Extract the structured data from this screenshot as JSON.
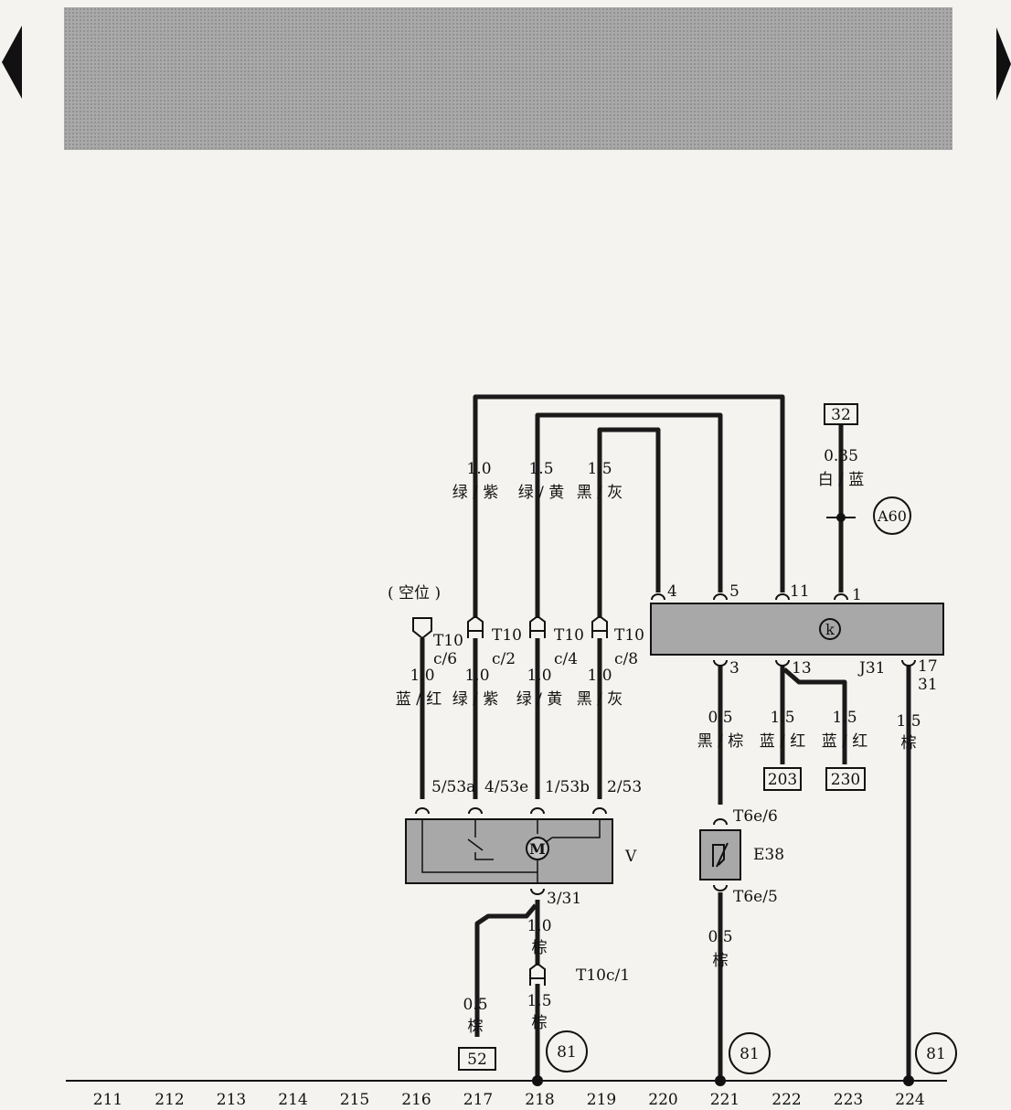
{
  "navigation": {
    "prev_icon": "triangle-left-icon",
    "next_icon": "triangle-right-icon"
  },
  "colors": {
    "header_band": "#a9a9a9",
    "component_fill": "#a8a8a8",
    "wire": "#1a1a1a",
    "paper": "#f4f3ef"
  },
  "left_harness": {
    "top_wires": [
      {
        "gauge": "1.0",
        "color": "绿 / 紫"
      },
      {
        "gauge": "1.5",
        "color": "绿 / 黄"
      },
      {
        "gauge": "1.5",
        "color": "黑 / 灰"
      }
    ],
    "vacant_label": "( 空位 )",
    "connectors": [
      {
        "name": "T10",
        "pin": "c/6"
      },
      {
        "name": "T10",
        "pin": "c/2"
      },
      {
        "name": "T10",
        "pin": "c/4"
      },
      {
        "name": "T10",
        "pin": "c/8"
      }
    ],
    "mid_wires": [
      {
        "gauge": "1.0",
        "color": "蓝 / 红"
      },
      {
        "gauge": "1.0",
        "color": "绿 / 紫"
      },
      {
        "gauge": "1.0",
        "color": "绿 / 黄"
      },
      {
        "gauge": "1.0",
        "color": "黑 / 灰"
      }
    ],
    "motor_pins": [
      "5/53a",
      "4/53e",
      "1/53b",
      "2/53"
    ],
    "motor_label": "V",
    "motor_symbol": "M",
    "motor_ground_pin": "3/31",
    "bottom_wire": {
      "gauge": "1.0",
      "color": "棕"
    },
    "ground_connector": "T10c/1",
    "ground_wire": {
      "gauge": "1.5",
      "color": "棕"
    },
    "ref_wire": {
      "gauge": "0.5",
      "color": "棕"
    },
    "ref_box": "52"
  },
  "control_unit": {
    "label": "J31",
    "symbol": "k",
    "top_pins": [
      "4",
      "5",
      "11",
      "1"
    ],
    "bottom_pins": [
      "3",
      "13",
      "17"
    ],
    "pin17_sub": "31",
    "supply_box": "32",
    "supply_wire": {
      "gauge": "0.35",
      "color": "白 / 蓝"
    },
    "supply_node": "A60",
    "out_wires": [
      {
        "gauge": "0.5",
        "color": "黑 / 棕"
      },
      {
        "gauge": "1.5",
        "color": "蓝 / 红"
      },
      {
        "gauge": "1.5",
        "color": "蓝 / 红"
      },
      {
        "gauge": "1.5",
        "color": "棕"
      }
    ],
    "ref_boxes": [
      "203",
      "230"
    ]
  },
  "switch_e38": {
    "label": "E38",
    "pin_top": "T6e/6",
    "pin_bottom": "T6e/5",
    "wire": {
      "gauge": "0.5",
      "color": "棕"
    }
  },
  "ground_nodes": [
    "81",
    "81",
    "81"
  ],
  "ruler": [
    "211",
    "212",
    "213",
    "214",
    "215",
    "216",
    "217",
    "218",
    "219",
    "220",
    "221",
    "222",
    "223",
    "224"
  ]
}
